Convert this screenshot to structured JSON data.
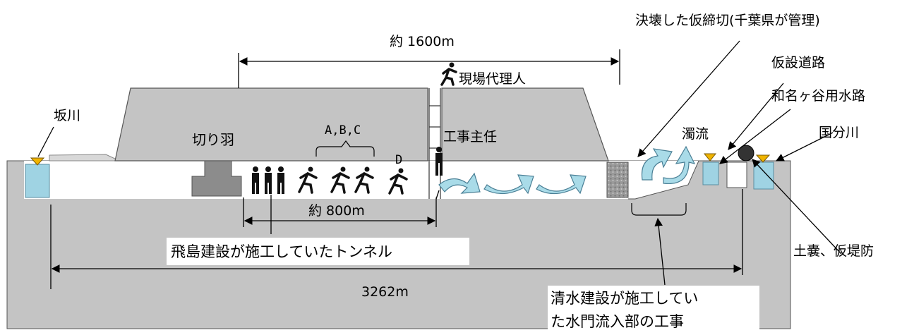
{
  "labels": {
    "distance_top": "約 1600m",
    "site_agent": "現場代理人",
    "collapsed_cofferdam": "決壊した仮締切(千葉県が管理)",
    "temporary_road": "仮設道路",
    "wanagaya_channel": "和名ヶ谷用水路",
    "muddy_flow": "濁流",
    "kokubu_river": "国分川",
    "saka_river": "坂川",
    "cutting_face": "切り羽",
    "workers_abc": "A,B,C",
    "worker_d": "D",
    "chief_engineer": "工事主任",
    "distance_800": "約 800m",
    "tunnel_caption": "飛島建設が施工していたトンネル",
    "sandbag": "土嚢、仮堤防",
    "distance_total": "3262m",
    "sluice_caption_line1": "清水建設が施工してい",
    "sluice_caption_line2": "た水門流入部の工事"
  },
  "colors": {
    "ground": "#c4c4c4",
    "slab": "#c4c4c4",
    "water": "#9fd3e3",
    "water_marker": "#f0b400",
    "flow_arrow": "#a9dbe8",
    "debris": "#8f8f8f",
    "pillar": "#8c8c8c"
  }
}
